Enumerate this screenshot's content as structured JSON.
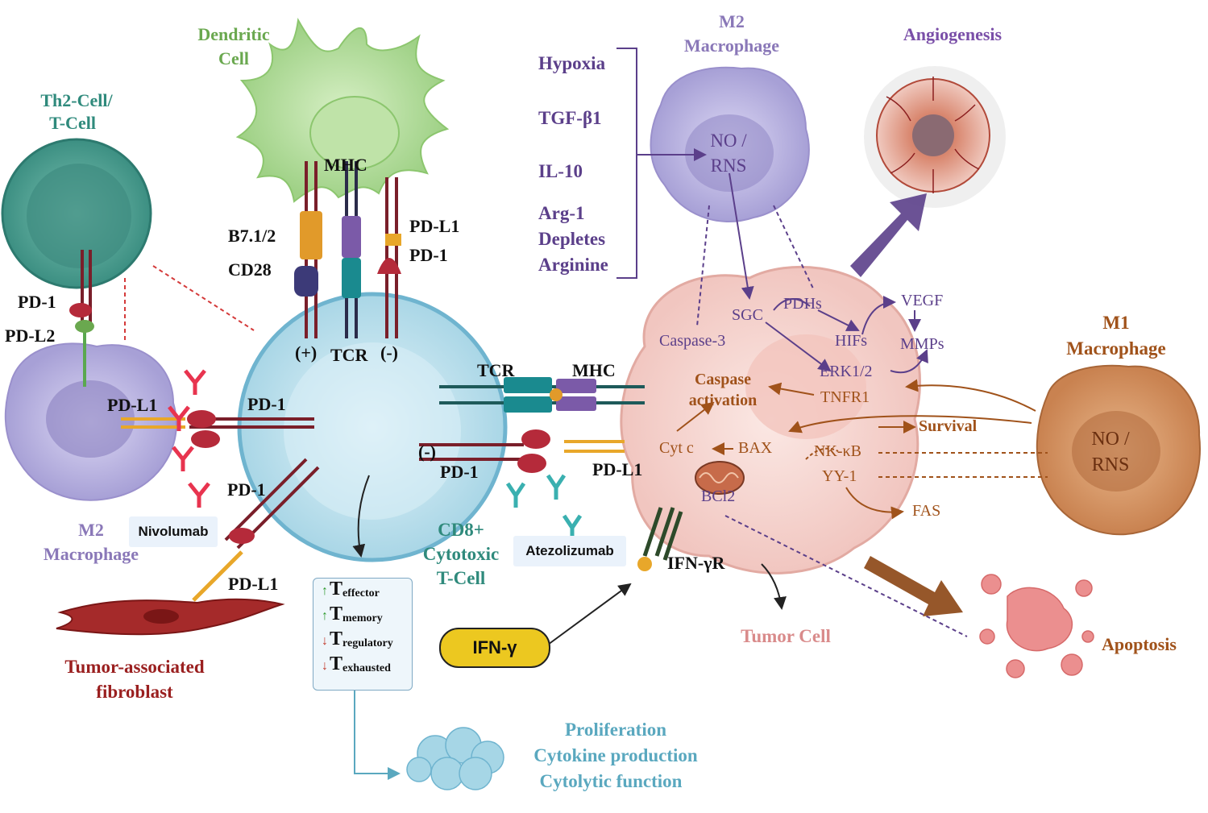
{
  "labels": {
    "th2_cell": "Th2-Cell/",
    "t_cell": "T-Cell",
    "dendritic": "Dendritic",
    "dendritic_cell": "Cell",
    "mhc_top": "MHC",
    "b7": "B7.1/2",
    "cd28": "CD28",
    "pdl1_top": "PD-L1",
    "pd1_top": "PD-1",
    "plus": "(+)",
    "tcr_top": "TCR",
    "minus_top": "(-)",
    "pd1_left": "PD-1",
    "pdl2": "PD-L2",
    "pdl1_m2": "PD-L1",
    "pd1_mid": "PD-1",
    "pd1_lower": "PD-1",
    "pdl1_fib": "PD-L1",
    "m2_left_1": "M2",
    "m2_left_2": "Macrophage",
    "fibro_1": "Tumor-associated",
    "fibro_2": "fibroblast",
    "cd8_1": "CD8+",
    "cd8_2": "Cytotoxic",
    "cd8_3": "T-Cell",
    "tcr_right": "TCR",
    "mhc_right": "MHC",
    "minus_right": "(-)",
    "pd1_right": "PD-1",
    "pdl1_right": "PD-L1",
    "hypoxia": "Hypoxia",
    "tgf": "TGF-β1",
    "il10": "IL-10",
    "arg1": "Arg-1",
    "depletes": "Depletes",
    "arginine": "Arginine",
    "m2_top_1": "M2",
    "m2_top_2": "Macrophage",
    "no_rns": "NO /",
    "rns": "RNS",
    "angiogenesis": "Angiogenesis",
    "sgc": "SGC",
    "pdhs": "PDHs",
    "vegf": "VEGF",
    "hifs": "HIFs",
    "mmps": "MMPs",
    "caspase3": "Caspase-3",
    "erk": "ERK1/2",
    "caspase_act_1": "Caspase",
    "caspase_act_2": "activation",
    "tnfr1": "TNFR1",
    "survival": "Survival",
    "cytc": "Cyt c",
    "bax": "BAX",
    "nfkb": "NK-κB",
    "yy1": "YY-1",
    "bcl2": "BCl2",
    "fas": "FAS",
    "m1_1": "M1",
    "m1_2": "Macrophage",
    "m1_no": "NO /",
    "m1_rns": "RNS",
    "ifngr": "IFN-γR",
    "tumor_cell": "Tumor Cell",
    "apoptosis": "Apoptosis",
    "ifng": "IFN-γ",
    "nivolumab": "Nivolumab",
    "atezolizumab": "Atezolizumab",
    "prolif_1": "Proliferation",
    "prolif_2": "Cytokine production",
    "prolif_3": "Cytolytic function"
  },
  "tcell_states": [
    {
      "dir": "up",
      "sym": "↑",
      "main": "T",
      "sub": "effector"
    },
    {
      "dir": "up",
      "sym": "↑",
      "main": "T",
      "sub": "memory"
    },
    {
      "dir": "down",
      "sym": "↓",
      "main": "T",
      "sub": "regulatory"
    },
    {
      "dir": "down",
      "sym": "↓",
      "main": "T",
      "sub": "exhausted"
    }
  ],
  "colors": {
    "teal": "#2f8a7c",
    "purple": "#5b3f8a",
    "brown": "#a0521a",
    "red": "#9a1f1f",
    "tumor_pink": "#f6d6d2",
    "cd8_blue": "#cde9f2"
  }
}
